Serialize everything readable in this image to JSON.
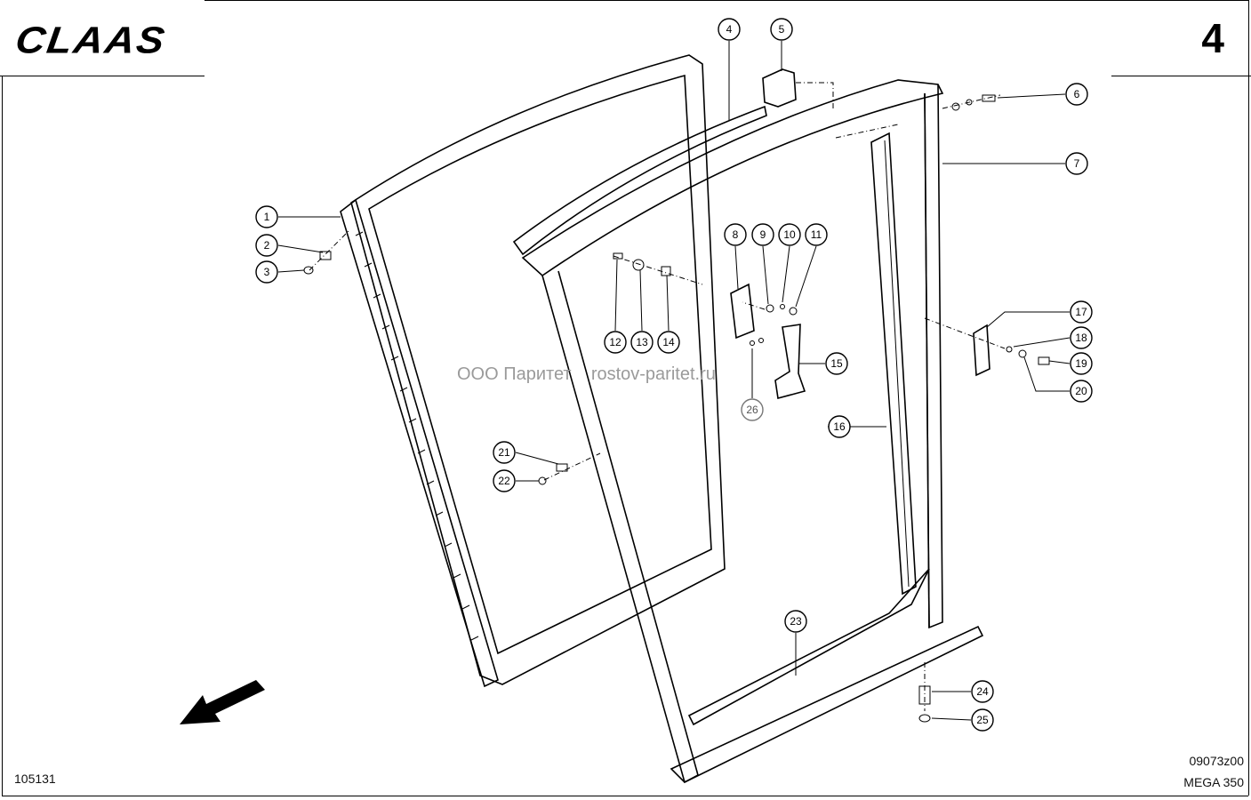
{
  "header": {
    "logo": "CLAAS",
    "page_number": "4"
  },
  "footer": {
    "document_number": "105131",
    "drawing_code": "09073z00",
    "model": "MEGA 350"
  },
  "watermark": {
    "company": "ООО Паритет",
    "site": "rostov-paritet.ru"
  },
  "callouts": [
    "1",
    "2",
    "3",
    "4",
    "5",
    "6",
    "7",
    "8",
    "9",
    "10",
    "11",
    "12",
    "13",
    "14",
    "15",
    "16",
    "17",
    "18",
    "19",
    "20",
    "21",
    "22",
    "23",
    "24",
    "25",
    "26"
  ]
}
